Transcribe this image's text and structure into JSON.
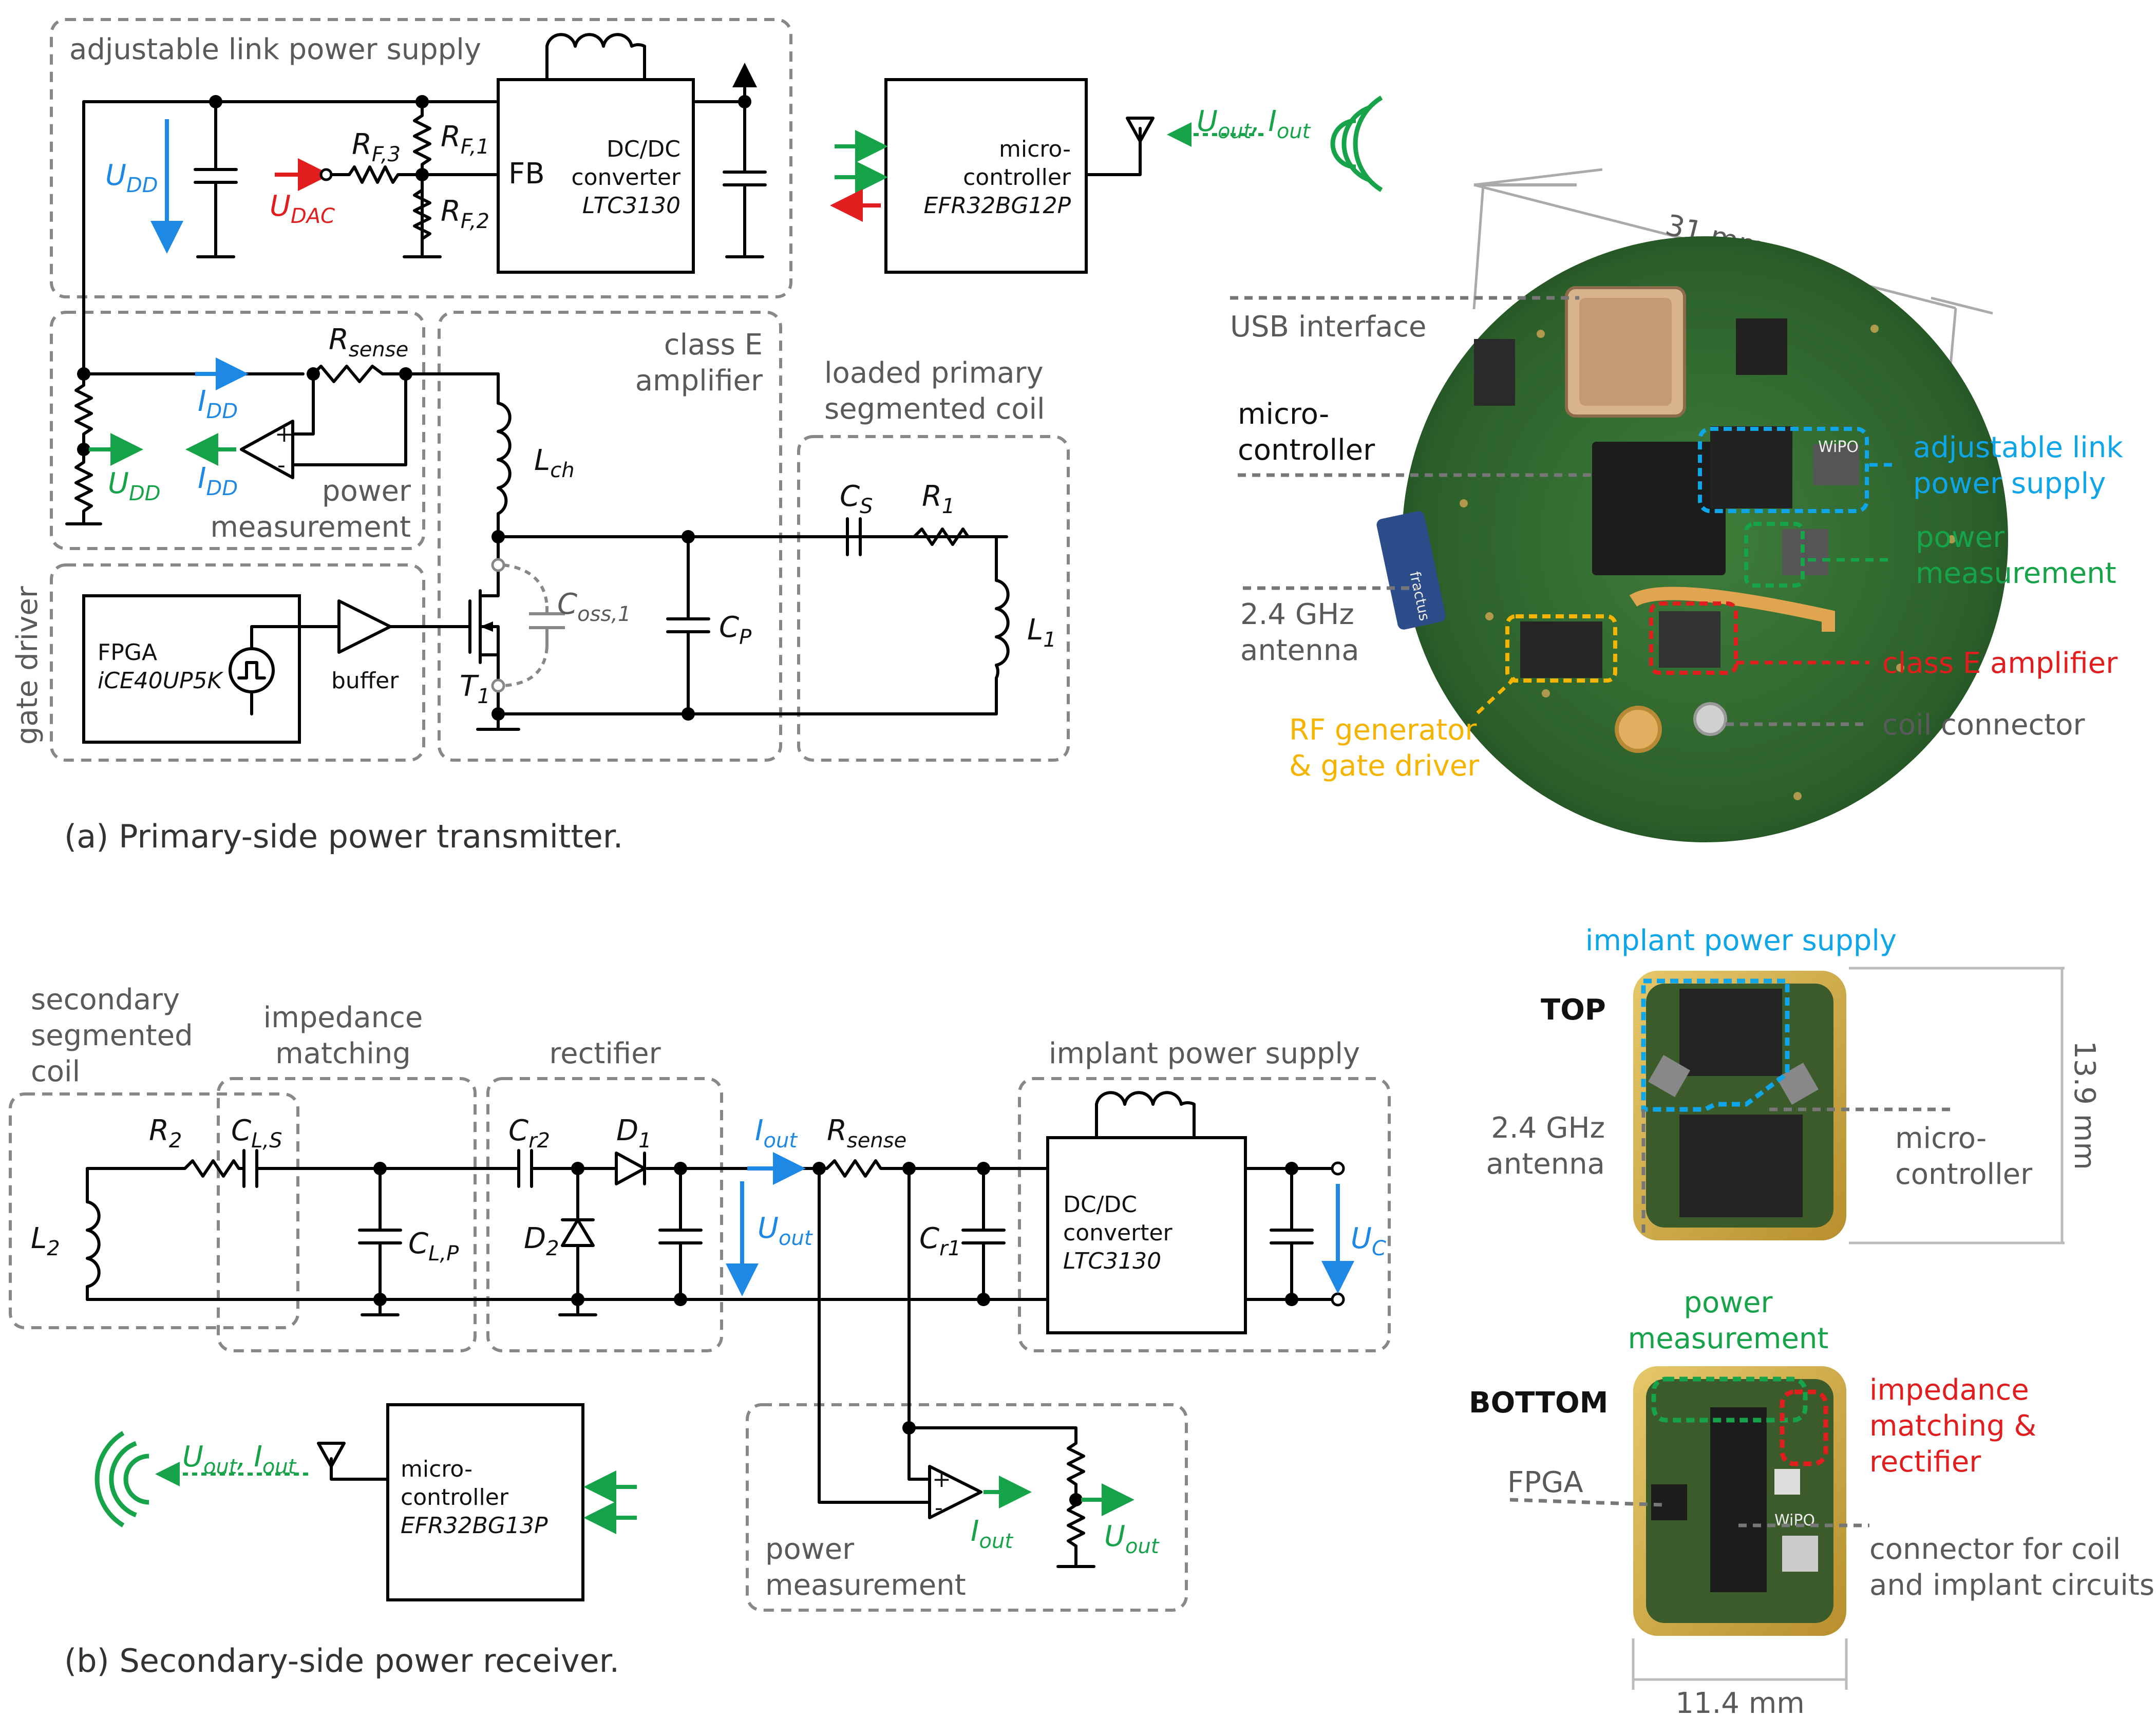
{
  "colors": {
    "blue": "#1e88e5",
    "green": "#16a34a",
    "red": "#e11d1d",
    "yellow": "#f5b400",
    "cyan": "#0ea5e9",
    "box": "#888888",
    "pcb": "#2e6b2e"
  },
  "top": {
    "caption": "(a) Primary-side power transmitter.",
    "box_adjustable": "adjustable link power supply",
    "box_gate_driver": "gate driver",
    "box_class_e": [
      "class E",
      "amplifier"
    ],
    "box_loaded_coil": [
      "loaded primary",
      "segmented coil"
    ],
    "power_measurement": [
      "power",
      "measurement"
    ],
    "dcdc": [
      "DC/DC",
      "converter",
      "LTC3130"
    ],
    "fb": "FB",
    "mcu": [
      "micro-",
      "controller",
      "EFR32BG12P"
    ],
    "fpga": [
      "FPGA",
      "iCE40UP5K"
    ],
    "buffer": "buffer",
    "labels": {
      "udd": "U",
      "udd_sub": "DD",
      "udac": "U",
      "udac_sub": "DAC",
      "rf3": "R",
      "rf3_sub": "F,3",
      "rf1": "R",
      "rf1_sub": "F,1",
      "rf2": "R",
      "rf2_sub": "F,2",
      "rsense": "R",
      "rsense_sub": "sense",
      "idd": "I",
      "idd_sub": "DD",
      "lch": "L",
      "lch_sub": "ch",
      "coss": "C",
      "coss_sub": "oss,1",
      "t1": "T",
      "t1_sub": "1",
      "cp": "C",
      "cp_sub": "P",
      "cs": "C",
      "cs_sub": "S",
      "r1": "R",
      "r1_sub": "1",
      "l1": "L",
      "l1_sub": "1",
      "uout": "U",
      "uout_sub": "out",
      "iout": "I",
      "iout_sub": "out",
      "comma": ","
    },
    "photo": {
      "dimension": "31 mm",
      "usb": "USB interface",
      "mcu": [
        "micro-",
        "controller"
      ],
      "antenna": [
        "2.4 GHz",
        "antenna"
      ],
      "adjustable": [
        "adjustable link",
        "power supply"
      ],
      "power_meas": [
        "power",
        "measurement"
      ],
      "class_e": "class E amplifier",
      "coil": "coil connector",
      "rf_gen": [
        "RF generator",
        "& gate driver"
      ],
      "wipo": "WiPO",
      "fractus": "fractus"
    }
  },
  "bottom": {
    "caption": "(b) Secondary-side power receiver.",
    "box_secondary": [
      "secondary",
      "segmented",
      "coil"
    ],
    "box_impedance": [
      "impedance",
      "matching"
    ],
    "box_rectifier": "rectifier",
    "box_ips": "implant power supply",
    "power_measurement": [
      "power",
      "measurement"
    ],
    "dcdc": [
      "DC/DC",
      "converter",
      "LTC3130"
    ],
    "mcu": [
      "micro-",
      "controller",
      "EFR32BG13P"
    ],
    "labels": {
      "l2": "L",
      "l2_sub": "2",
      "r2": "R",
      "r2_sub": "2",
      "cls": "C",
      "cls_sub": "L,S",
      "clp": "C",
      "clp_sub": "L,P",
      "cr2": "C",
      "cr2_sub": "r2",
      "d1": "D",
      "d1_sub": "1",
      "d2": "D",
      "d2_sub": "2",
      "iout": "I",
      "iout_sub": "out",
      "uout": "U",
      "uout_sub": "out",
      "rsense": "R",
      "rsense_sub": "sense",
      "cr1": "C",
      "cr1_sub": "r1",
      "uc": "U",
      "uc_sub": "C",
      "comma": ","
    },
    "photo": {
      "title_ips": "implant power supply",
      "top": "TOP",
      "bottom": "BOTTOM",
      "antenna": [
        "2.4 GHz",
        "antenna"
      ],
      "mcu": [
        "micro-",
        "controller"
      ],
      "height": "13.9 mm",
      "width": "11.4 mm",
      "power_meas": [
        "power",
        "measurement"
      ],
      "imp": [
        "impedance",
        "matching &",
        "rectifier"
      ],
      "fpga": "FPGA",
      "connector": [
        "connector for coil",
        "and implant circuits"
      ],
      "wipo": "WiPO"
    }
  }
}
